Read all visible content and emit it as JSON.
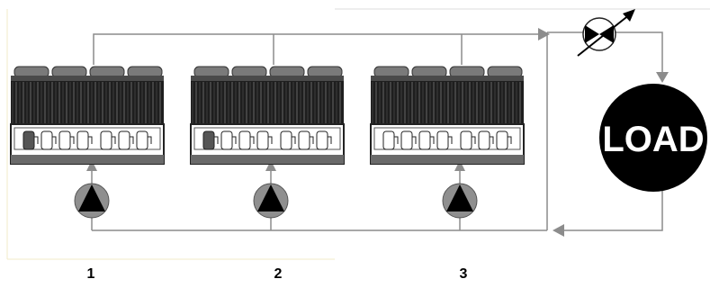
{
  "load": {
    "label": "LOAD"
  },
  "units": [
    {
      "label": "1"
    },
    {
      "label": "2"
    },
    {
      "label": "3"
    }
  ],
  "icons": {
    "pump": "pump-icon",
    "valve": "variable-flow-valve-icon",
    "chiller": "chiller-unit-icon"
  },
  "colors": {
    "pipe": "#8c8c8c",
    "pump_body": "#8f8f8f",
    "load_fill": "#000000",
    "load_text": "#ffffff",
    "fan_top": "#7a7a7a",
    "coil_dark": "#1e1e1e"
  }
}
